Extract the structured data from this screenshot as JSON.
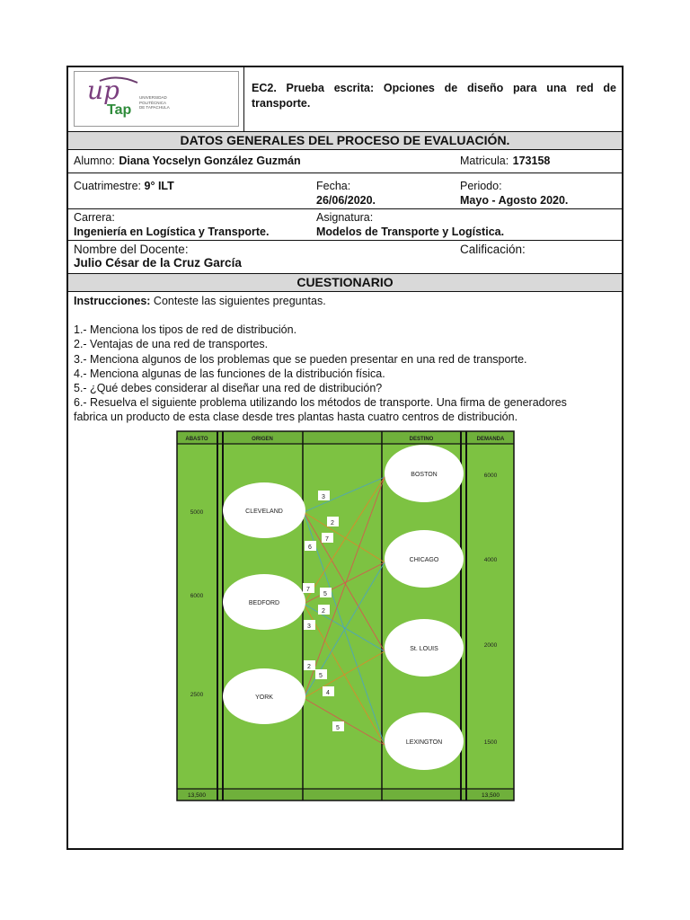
{
  "header": {
    "logo_mark": "up",
    "logo_tap": "Tap",
    "logo_lines": [
      "UNIVERSIDAD",
      "POLITÉCNICA",
      "DE TAPACHULA"
    ],
    "title": "EC2. Prueba escrita: Opciones de diseño para una red de transporte."
  },
  "general": {
    "banner": "DATOS GENERALES DEL PROCESO DE EVALUACIÓN.",
    "alumno_label": "Alumno:",
    "alumno_value": "Diana Yocselyn González Guzmán",
    "matricula_label": "Matricula:",
    "matricula_value": "173158",
    "cuatrimestre_label": "Cuatrimestre:",
    "cuatrimestre_value": "9° ILT",
    "fecha_label": "Fecha:",
    "fecha_value": "26/06/2020.",
    "periodo_label": "Periodo:",
    "periodo_value": "Mayo - Agosto 2020.",
    "carrera_label": "Carrera:",
    "carrera_value": "Ingeniería en Logística y Transporte.",
    "asignatura_label": "Asignatura:",
    "asignatura_value": "Modelos de Transporte y Logística.",
    "docente_label": "Nombre del Docente:",
    "docente_value": "Julio César de la Cruz García",
    "calificacion_label": "Calificación:"
  },
  "cuestionario": {
    "banner": "CUESTIONARIO",
    "instr_label": "Instrucciones:",
    "instr_text": " Conteste las siguientes preguntas.",
    "questions": [
      "1.- Menciona los tipos de red de distribución.",
      "2.- Ventajas de una red de transportes.",
      "3.- Menciona algunos de los problemas que se pueden presentar en una red de transporte.",
      "4.- Menciona algunas de las funciones de la distribución física.",
      "5.- ¿Qué debes considerar al diseñar una red de distribución?",
      "6.- Resuelva el siguiente problema utilizando los métodos de transporte. Una firma de generadores",
      "fabrica un producto de esta clase desde tres plantas hasta cuatro centros de distribución."
    ]
  },
  "diagram": {
    "headers": {
      "abasto": "ABASTO",
      "origen": "ORIGEN",
      "destino": "DESTINO",
      "demanda": "DEMANDA"
    },
    "origins": [
      {
        "name": "CLEVELAND",
        "supply": "5000"
      },
      {
        "name": "BEDFORD",
        "supply": "6000"
      },
      {
        "name": "YORK",
        "supply": "2500"
      }
    ],
    "destinations": [
      {
        "name": "BOSTON",
        "demand": "6000"
      },
      {
        "name": "CHICAGO",
        "demand": "4000"
      },
      {
        "name": "St. LOUIS",
        "demand": "2000"
      },
      {
        "name": "LEXINGTON",
        "demand": "1500"
      }
    ],
    "costs": [
      {
        "from": "CLEVELAND",
        "to": "BOSTON",
        "value": "3"
      },
      {
        "from": "CLEVELAND",
        "to": "CHICAGO",
        "value": "2"
      },
      {
        "from": "CLEVELAND",
        "to": "St. LOUIS",
        "value": "7"
      },
      {
        "from": "CLEVELAND",
        "to": "LEXINGTON",
        "value": "6"
      },
      {
        "from": "BEDFORD",
        "to": "BOSTON",
        "value": "7"
      },
      {
        "from": "BEDFORD",
        "to": "CHICAGO",
        "value": "5"
      },
      {
        "from": "BEDFORD",
        "to": "St. LOUIS",
        "value": "2"
      },
      {
        "from": "BEDFORD",
        "to": "LEXINGTON",
        "value": "3"
      },
      {
        "from": "YORK",
        "to": "BOSTON",
        "value": "2"
      },
      {
        "from": "YORK",
        "to": "CHICAGO",
        "value": "5"
      },
      {
        "from": "YORK",
        "to": "St. LOUIS",
        "value": "4"
      },
      {
        "from": "YORK",
        "to": "LEXINGTON",
        "value": "5"
      }
    ],
    "total_supply": "13,500",
    "total_demand": "13,500",
    "colors": {
      "background": "#7dc242",
      "ellipse": "#ffffff",
      "line_blue": "#4aa3c4",
      "line_orange": "#e0862a",
      "line_red": "#d9534f"
    }
  }
}
